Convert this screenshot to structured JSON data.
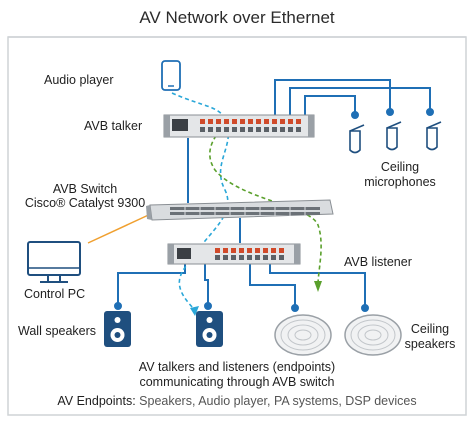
{
  "title": "AV Network over Ethernet",
  "labels": {
    "audio_player": "Audio player",
    "avb_talker": "AVB talker",
    "ceiling_mics_line1": "Ceiling",
    "ceiling_mics_line2": "microphones",
    "switch_line1": "AVB Switch",
    "switch_line2": "Cisco® Catalyst 9300",
    "control_pc": "Control PC",
    "avb_listener": "AVB listener",
    "wall_speakers": "Wall speakers",
    "ceiling_speakers_line1": "Ceiling",
    "ceiling_speakers_line2": "speakers",
    "caption_line1": "AV talkers and listeners (endpoints)",
    "caption_line2": "communicating through AVB switch"
  },
  "footer": {
    "key": "AV Endpoints:",
    "value": "Speakers, Audio player, PA systems, DSP devices"
  },
  "colors": {
    "accent_blue": "#1f6fb5",
    "dashed_cyan": "#2aa7d8",
    "dashed_green": "#5aa02c",
    "control_line": "#f0a030",
    "frame": "#cfd3d6"
  }
}
